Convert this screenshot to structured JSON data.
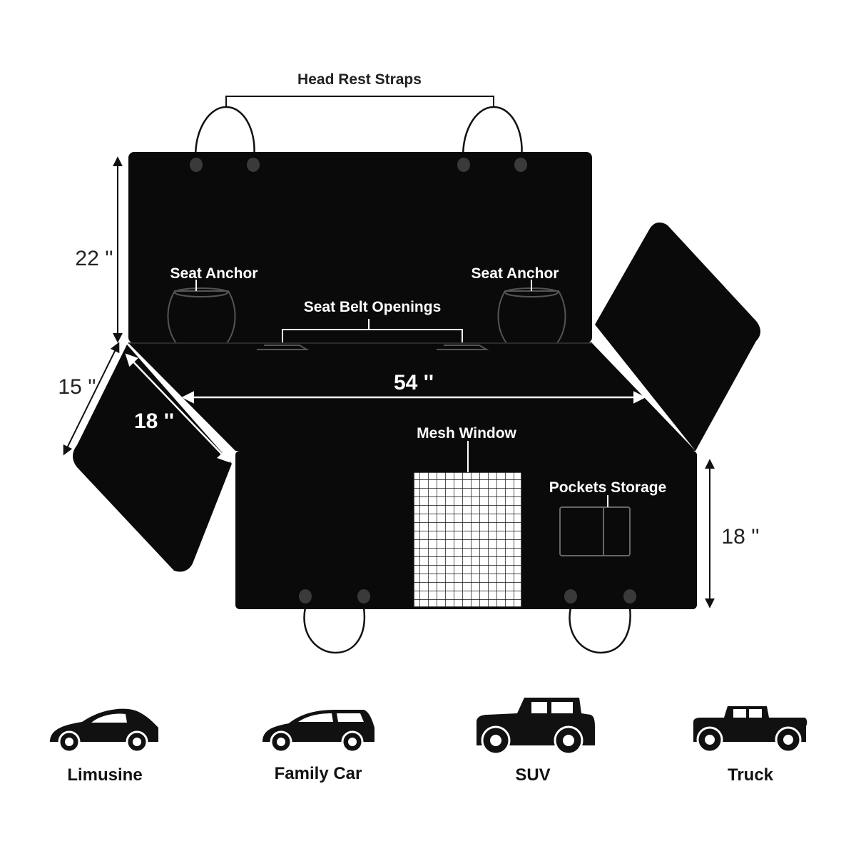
{
  "labels": {
    "head_rest_straps": "Head Rest Straps",
    "seat_anchor_left": "Seat Anchor",
    "seat_anchor_right": "Seat Anchor",
    "seat_belt_openings": "Seat Belt Openings",
    "mesh_window": "Mesh Window",
    "pockets_storage": "Pockets Storage"
  },
  "dimensions": {
    "backrest_height": "22 ''",
    "side_flap": "15 ''",
    "seat_depth": "18 ''",
    "seat_width": "54 ''",
    "front_drop": "18 ''"
  },
  "vehicles": [
    {
      "label": "Limusine",
      "icon": "sedan-icon"
    },
    {
      "label": "Family Car",
      "icon": "wagon-icon"
    },
    {
      "label": "SUV",
      "icon": "suv-icon"
    },
    {
      "label": "Truck",
      "icon": "truck-icon"
    }
  ],
  "colors": {
    "cover": "#0a0a0a",
    "background": "#ffffff",
    "line": "#111111"
  }
}
